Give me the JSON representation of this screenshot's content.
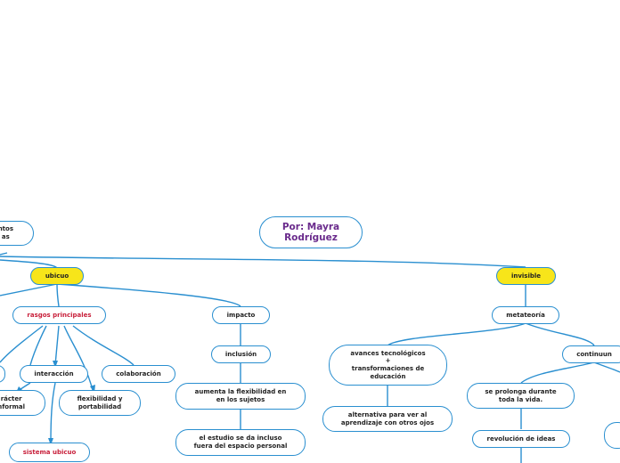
{
  "author": {
    "line1": "Por: Mayra",
    "line2": "Rodríguez"
  },
  "nodes": {
    "conceptos_partial": "ntos\nas",
    "ubicuo": "ubicuo",
    "invisible": "invisible",
    "rasgos_principales": "rasgos principales",
    "impacto": "impacto",
    "metateoria": "metateoría",
    "interaccion": "interacción",
    "colaboracion": "colaboración",
    "caracter_informal": "rácter\nnformal",
    "flexibilidad_portabilidad": "flexibilidad y\nportabilidad",
    "sistema_ubicuo": "sistema ubicuo",
    "inclusion": "inclusión",
    "aumenta_flexibilidad": "aumenta la flexibilidad en\nen los sujetos",
    "estudio_fuera": "el estudio se da incluso\nfuera del espacio personal",
    "avances_tecnologicos": "avances tecnológicos\n+\ntransformaciones de\neducación",
    "alternativa": "alternativa para ver al\naprendizaje con otros ojos",
    "continuum": "continuun",
    "prolonga_vida": "se prolonga durante\ntoda la vida.",
    "revolucion_ideas": "revolución de ideas"
  },
  "colors": {
    "link": "#2a8fd0",
    "highlight": "#f7e51a",
    "author": "#6a2b8c",
    "accent_text": "#c8203b"
  }
}
